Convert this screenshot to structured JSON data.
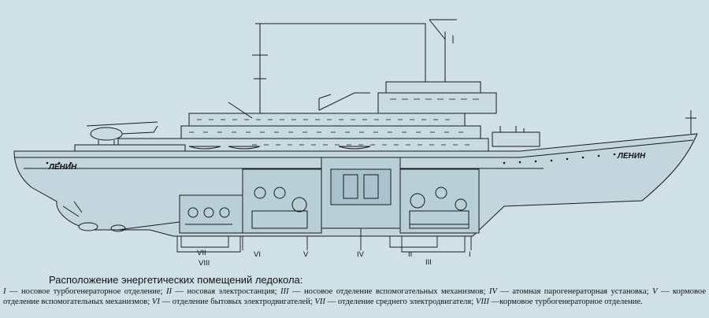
{
  "ship": {
    "name_bow": "ЛЕНИН",
    "name_stern": "ЛЕНИН"
  },
  "compartments": [
    {
      "roman": "I"
    },
    {
      "roman": "II"
    },
    {
      "roman": "III"
    },
    {
      "roman": "IV"
    },
    {
      "roman": "V"
    },
    {
      "roman": "VI"
    },
    {
      "roman": "VII"
    },
    {
      "roman": "VIII"
    }
  ],
  "caption": {
    "title": "Расположение энергетических помещений ледокола:",
    "items": [
      {
        "roman": "I",
        "text": "носовое турбогенераторное отделение;"
      },
      {
        "roman": "II",
        "text": "носовая электростанция;"
      },
      {
        "roman": "III",
        "text": "носовое отделение вспомогательных механизмов;"
      },
      {
        "roman": "IV",
        "text": "атомная паро­генераторная установка;"
      },
      {
        "roman": "V",
        "text": "кормовое отделение вспомогательных механизмов;"
      },
      {
        "roman": "VI",
        "text": "отделение бытовых электродвигателей;"
      },
      {
        "roman": "VII",
        "text": "отделение среднего электродвигателя;"
      },
      {
        "roman": "VIII",
        "text": "кормовое турбогенераторное отделение."
      }
    ]
  },
  "colors": {
    "background": "#cfe1e7",
    "hull": "#c3d6de",
    "line": "#1a1a1a"
  }
}
